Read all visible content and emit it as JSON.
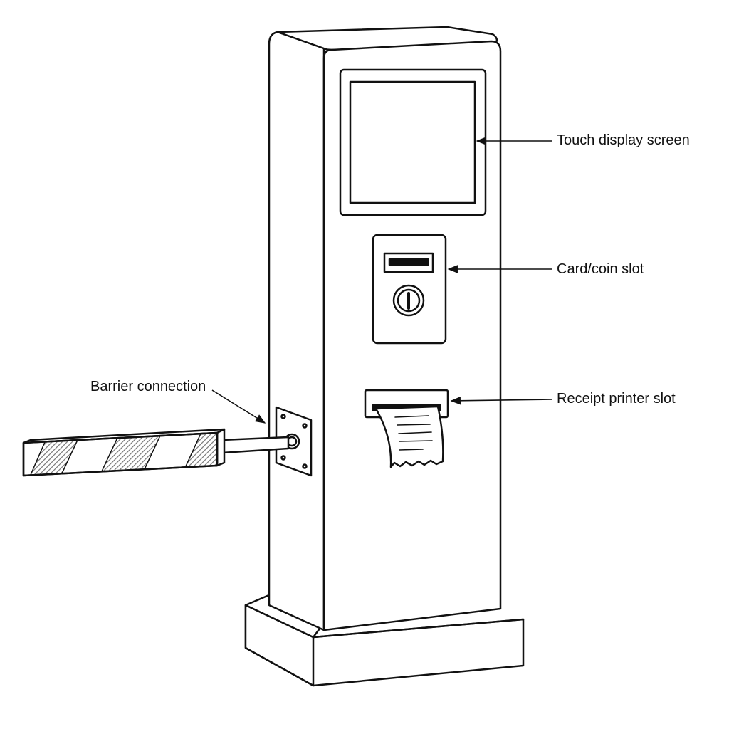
{
  "diagram": {
    "line_color": "#111111",
    "fill_color": "#ffffff",
    "hatch_color": "#777777",
    "labels": {
      "screen": "Touch display screen",
      "slot": "Card/coin slot",
      "printer": "Receipt printer slot",
      "barrier": "Barrier connection"
    }
  }
}
